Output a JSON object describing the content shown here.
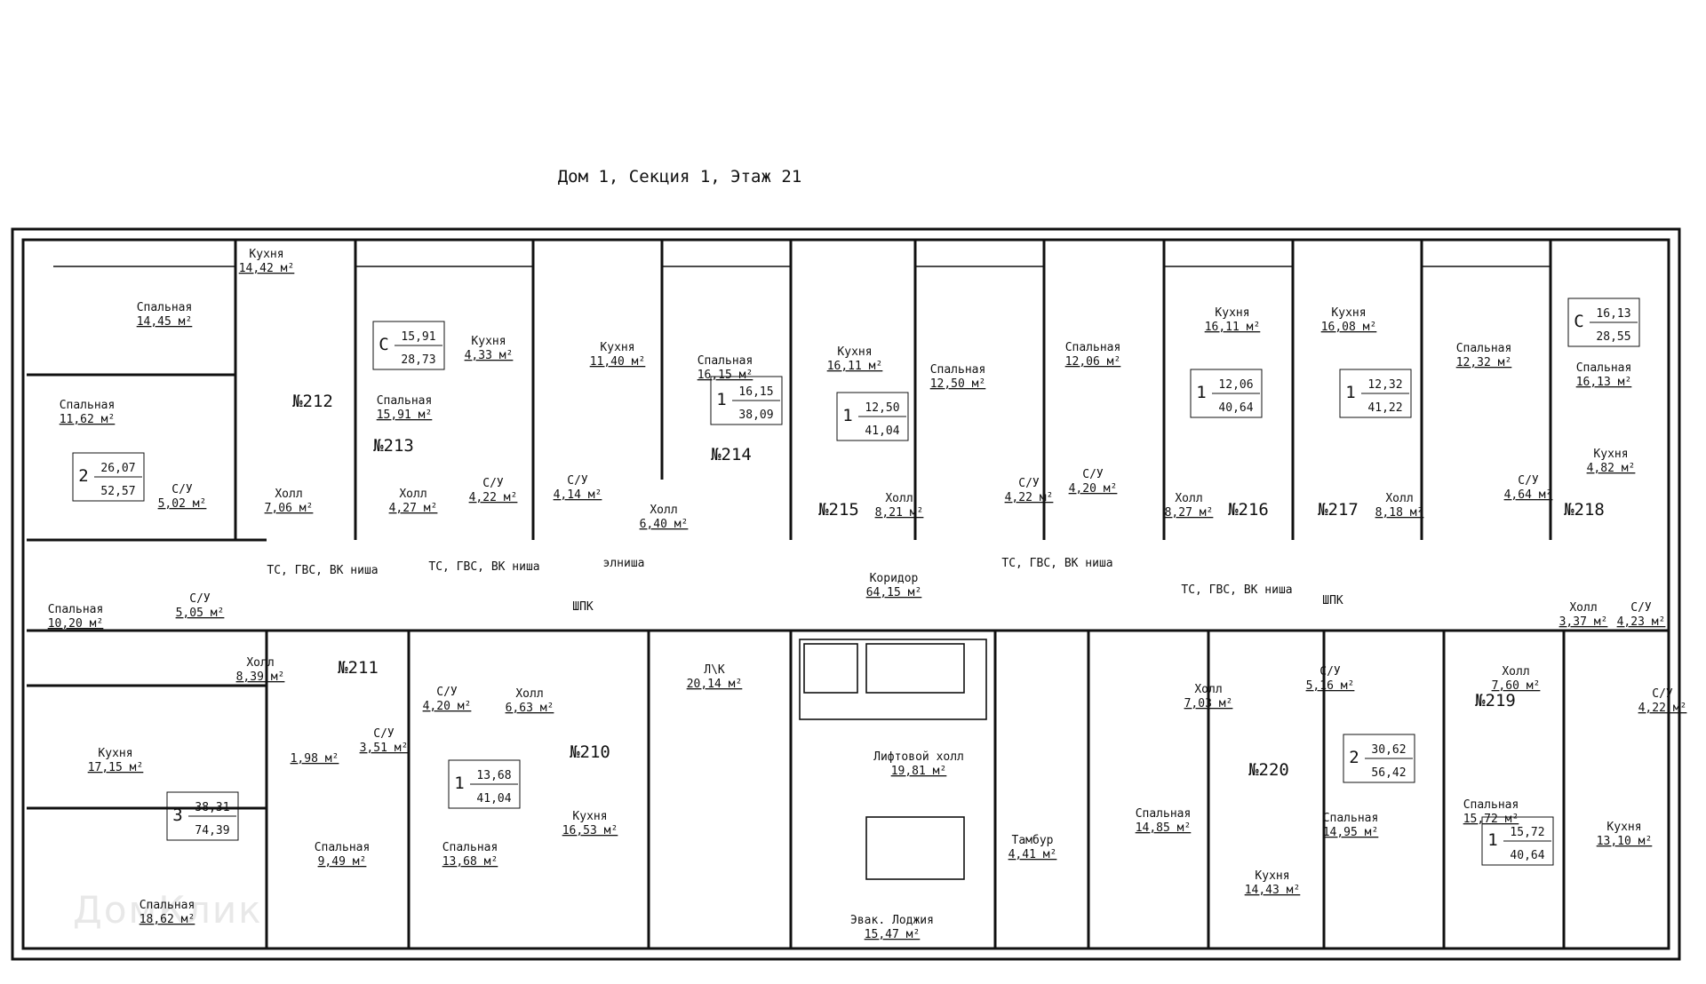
{
  "title": "Дом 1, Секция 1, Этаж 21",
  "watermark": "ДомКлик",
  "units": [
    {
      "id": "212",
      "number": "№212",
      "rooms": "2",
      "living": "26,07",
      "total": "52,57"
    },
    {
      "id": "213",
      "number": "№213",
      "rooms": "С",
      "living": "15,91",
      "total": "28,73"
    },
    {
      "id": "214",
      "number": "№214",
      "rooms": "1",
      "living": "16,15",
      "total": "38,09"
    },
    {
      "id": "215",
      "number": "№215",
      "rooms": "1",
      "living": "12,50",
      "total": "41,04"
    },
    {
      "id": "216",
      "number": "№216",
      "rooms": "1",
      "living": "12,06",
      "total": "40,64"
    },
    {
      "id": "217",
      "number": "№217",
      "rooms": "1",
      "living": "12,32",
      "total": "41,22"
    },
    {
      "id": "218",
      "number": "№218",
      "rooms": "С",
      "living": "16,13",
      "total": "28,55"
    },
    {
      "id": "211",
      "number": "№211",
      "rooms": "3",
      "living": "38,31",
      "total": "74,39"
    },
    {
      "id": "210",
      "number": "№210",
      "rooms": "1",
      "living": "13,68",
      "total": "41,04"
    },
    {
      "id": "220",
      "number": "№220",
      "rooms": "2",
      "living": "30,62",
      "total": "56,42"
    },
    {
      "id": "219",
      "number": "№219",
      "rooms": "1",
      "living": "15,72",
      "total": "40,64"
    }
  ],
  "rooms": [
    {
      "name": "Спальная",
      "area": "14,45 м²"
    },
    {
      "name": "Кухня",
      "area": "14,42 м²"
    },
    {
      "name": "Спальная",
      "area": "11,62 м²"
    },
    {
      "name": "С/У",
      "area": "5,02 м²"
    },
    {
      "name": "Холл",
      "area": "7,06 м²"
    },
    {
      "name": "Кухня",
      "area": "4,33 м²"
    },
    {
      "name": "Спальная",
      "area": "15,91 м²"
    },
    {
      "name": "Холл",
      "area": "4,27 м²"
    },
    {
      "name": "С/У",
      "area": "4,22 м²"
    },
    {
      "name": "Кухня",
      "area": "11,40 м²"
    },
    {
      "name": "С/У",
      "area": "4,14 м²"
    },
    {
      "name": "Холл",
      "area": "6,40 м²"
    },
    {
      "name": "Спальная",
      "area": "16,15 м²"
    },
    {
      "name": "Кухня",
      "area": "16,11 м²"
    },
    {
      "name": "Холл",
      "area": "8,21 м²"
    },
    {
      "name": "Спальная",
      "area": "12,50 м²"
    },
    {
      "name": "С/У",
      "area": "4,22 м²"
    },
    {
      "name": "Спальная",
      "area": "12,06 м²"
    },
    {
      "name": "С/У",
      "area": "4,20 м²"
    },
    {
      "name": "Кухня",
      "area": "16,11 м²"
    },
    {
      "name": "Холл",
      "area": "8,27 м²"
    },
    {
      "name": "Кухня",
      "area": "16,08 м²"
    },
    {
      "name": "Холл",
      "area": "8,18 м²"
    },
    {
      "name": "Спальная",
      "area": "12,32 м²"
    },
    {
      "name": "С/У",
      "area": "4,64 м²"
    },
    {
      "name": "Спальная",
      "area": "16,13 м²"
    },
    {
      "name": "Кухня",
      "area": "4,82 м²"
    },
    {
      "name": "Холл",
      "area": "3,37 м²"
    },
    {
      "name": "С/У",
      "area": "4,23 м²"
    },
    {
      "name": "Спальная",
      "area": "10,20 м²"
    },
    {
      "name": "С/У",
      "area": "5,05 м²"
    },
    {
      "name": "Холл",
      "area": "8,39 м²"
    },
    {
      "name": "Кухня",
      "area": "17,15 м²"
    },
    {
      "name": "С/У",
      "area": "3,51 м²"
    },
    {
      "name": "",
      "area": "1,98 м²"
    },
    {
      "name": "Спальная",
      "area": "9,49 м²"
    },
    {
      "name": "Спальная",
      "area": "18,62 м²"
    },
    {
      "name": "С/У",
      "area": "4,20 м²"
    },
    {
      "name": "Холл",
      "area": "6,63 м²"
    },
    {
      "name": "Спальная",
      "area": "13,68 м²"
    },
    {
      "name": "Кухня",
      "area": "16,53 м²"
    },
    {
      "name": "Л\\К",
      "area": "20,14 м²"
    },
    {
      "name": "Лифтовой холл",
      "area": "19,81 м²"
    },
    {
      "name": "Тамбур",
      "area": "4,41 м²"
    },
    {
      "name": "Эвак. Лоджия",
      "area": "15,47 м²"
    },
    {
      "name": "Коридор",
      "area": "64,15 м²"
    },
    {
      "name": "Холл",
      "area": "7,03 м²"
    },
    {
      "name": "С/У",
      "area": "5,16 м²"
    },
    {
      "name": "Спальная",
      "area": "14,85 м²"
    },
    {
      "name": "Кухня",
      "area": "14,43 м²"
    },
    {
      "name": "Спальная",
      "area": "14,95 м²"
    },
    {
      "name": "Холл",
      "area": "7,60 м²"
    },
    {
      "name": "С/У",
      "area": "4,22 м²"
    },
    {
      "name": "Спальная",
      "area": "15,72 м²"
    },
    {
      "name": "Кухня",
      "area": "13,10 м²"
    }
  ],
  "annotations": [
    "ТС, ГВС, ВК ниша",
    "ТС, ГВС, ВК ниша",
    "элниша",
    "ТС, ГВС, ВК ниша",
    "ТС, ГВС, ВК ниша",
    "ШПК",
    "ШПК"
  ]
}
